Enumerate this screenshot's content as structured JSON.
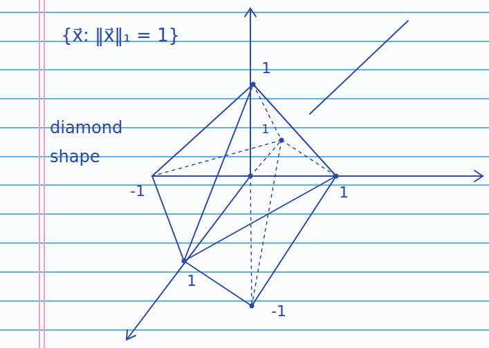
{
  "diagram": {
    "labels": [
      "{x⃗: ‖x⃗‖₁ = 1}",
      "diamond shape",
      "1",
      "1",
      "-1",
      "1",
      "1",
      "-1"
    ]
  }
}
